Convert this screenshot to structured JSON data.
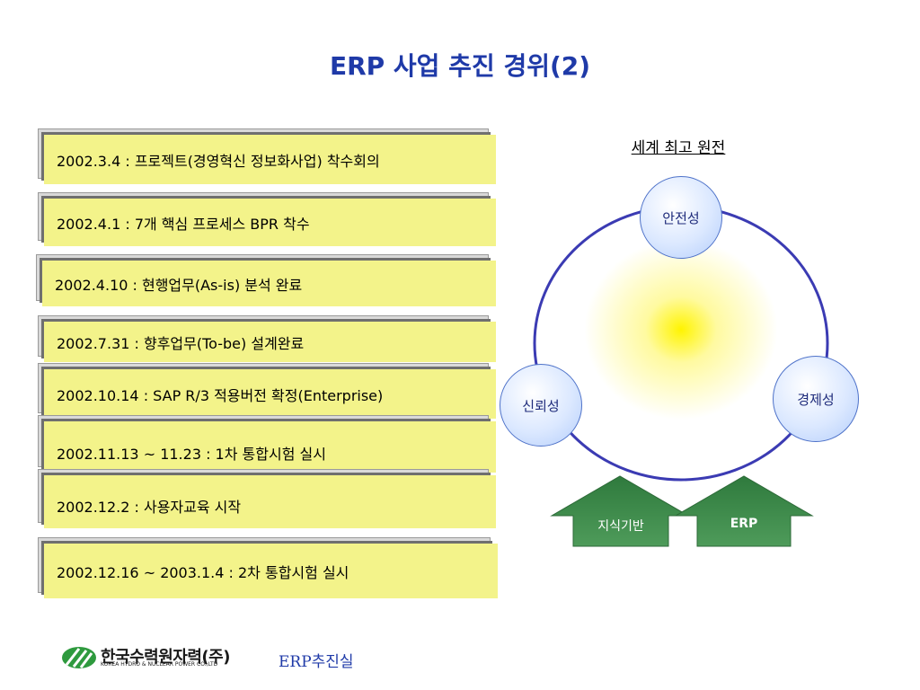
{
  "title": "ERP 사업 추진 경위(2)",
  "timeline": [
    {
      "text": "2002.3.4 : 프로젝트(경영혁신 정보화사업) 착수회의"
    },
    {
      "text": "2002.4.1 : 7개 핵심 프로세스 BPR 착수"
    },
    {
      "text": "2002.4.10 : 현행업무(As-is) 분석 완료"
    },
    {
      "text": "2002.7.31 : 향후업무(To-be) 설계완료"
    },
    {
      "text": "2002.10.14 : SAP R/3 적용버전 확정(Enterprise)"
    },
    {
      "text": "2002.11.13 ~ 11.23 : 1차 통합시험 실시"
    },
    {
      "text": "2002.12.2 : 사용자교육 시작"
    },
    {
      "text": "2002.12.16 ~ 2003.1.4 : 2차 통합시험 실시"
    }
  ],
  "goal": {
    "title": "세계 최고 원전",
    "nodes": [
      "안전성",
      "신뢰성",
      "경제성"
    ],
    "foundations": [
      "지식기반",
      "ERP"
    ]
  },
  "footer": {
    "logo_text": "한국수력원자력(주)",
    "logo_sub": "KOREA HYDRO & NUCLEAR POWER CO.,LTD",
    "dept": "ERP추진실"
  },
  "colors": {
    "title": "#1f3aa8",
    "item_fill": "#f3f38a",
    "circle_line": "#3b3bb3",
    "node_border": "#4e72c9",
    "arrow_fill": "#3a8a4a",
    "footer_text": "#1f3aa8"
  }
}
